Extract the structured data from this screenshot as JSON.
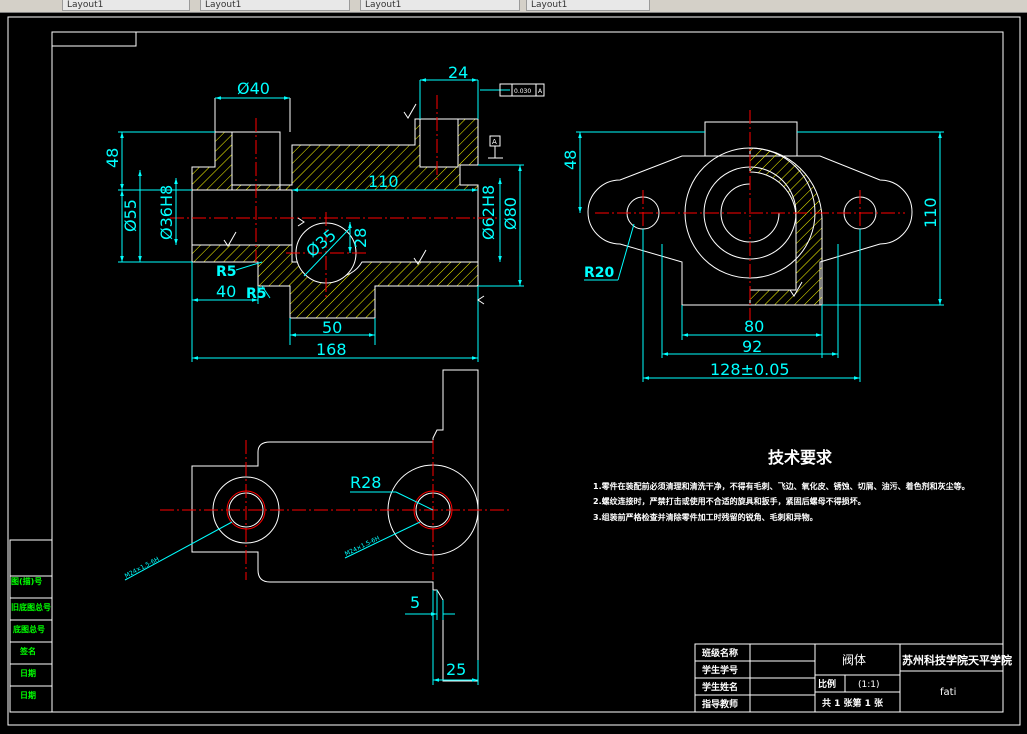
{
  "tabs": [
    {
      "label": "Layout1"
    },
    {
      "label": "Layout1"
    },
    {
      "label": "Layout1"
    },
    {
      "label": "Layout1"
    }
  ],
  "colors": {
    "background": "#000000",
    "outline": "#ffffff",
    "dimension": "#00ffff",
    "centerline": "#ff0000",
    "hatch": "#ffff00",
    "cjk_text": "#ffffff",
    "side_table": "#00ff00"
  },
  "front_view": {
    "dims": {
      "d40": "Ø40",
      "d24": "24",
      "d48": "48",
      "d110": "110",
      "d55": "Ø55",
      "d36": "Ø36H8",
      "d62": "Ø62H8",
      "d80": "Ø80",
      "d35": "Ø35",
      "d28": "28",
      "r5a": "R5",
      "d40b": "40",
      "r5b": "R5",
      "d50": "50",
      "d168": "168"
    },
    "tolerance": "0.030",
    "datum": "A"
  },
  "side_view": {
    "dims": {
      "d48": "48",
      "d110": "110",
      "r20": "R20",
      "d80": "80",
      "d92": "92",
      "d128": "128±0.05"
    }
  },
  "top_view": {
    "dims": {
      "r28": "R28",
      "d5": "5",
      "d25": "25"
    },
    "thread1": "M24×1.5-6H",
    "thread2": "M24×1.5-6H"
  },
  "tech_req": {
    "title": "技术要求",
    "items": [
      "1.零件在装配前必须清理和清洗干净，不得有毛刺、飞边、氧化皮、锈蚀、切屑、油污、着色剂和灰尘等。",
      "2.螺纹连接时，严禁打击或使用不合适的旋具和扳手，紧固后螺母不得损坏。",
      "3.组装前严格检查并清除零件加工时残留的锐角、毛刺和异物。"
    ]
  },
  "left_table": {
    "rows": [
      "图(描)号",
      "旧底图总号",
      "底图总号",
      "签名",
      "日期",
      "日期"
    ]
  },
  "title_block": {
    "labels": [
      "班级名称",
      "学生学号",
      "学生姓名",
      "指导教师"
    ],
    "part_name": "阀体",
    "school": "苏州科技学院天平学院",
    "scale_label": "比例",
    "scale_value": "(1:1)",
    "sheets": "共 1 张第 1 张",
    "code": "fati"
  }
}
